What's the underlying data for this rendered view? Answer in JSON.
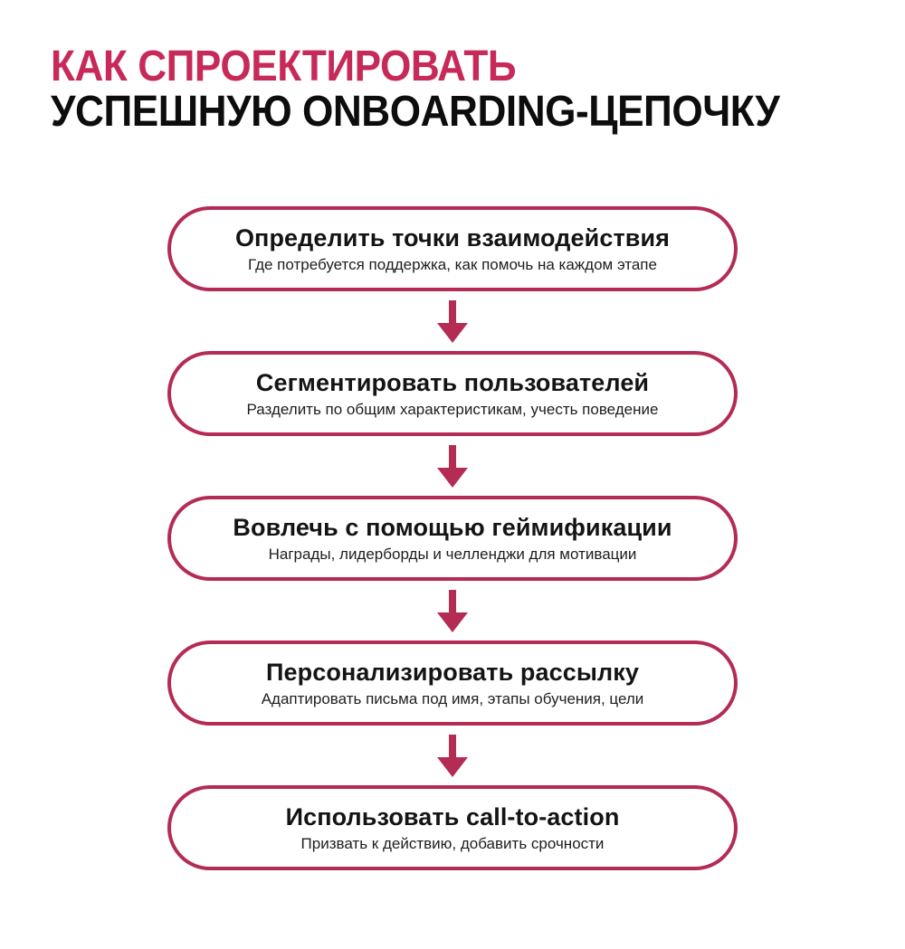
{
  "header": {
    "title_line1": "КАК СПРОЕКТИРОВАТЬ",
    "title_line2": "УСПЕШНУЮ ONBOARDING-ЦЕПОЧКУ"
  },
  "steps": [
    {
      "title": "Определить точки взаимодействия",
      "description": "Где потребуется поддержка, как помочь на каждом этапе"
    },
    {
      "title": "Сегментировать пользователей",
      "description": "Разделить по общим характеристикам, учесть поведение"
    },
    {
      "title": "Вовлечь с помощью геймификации",
      "description": "Награды, лидерборды и челленджи для мотивации"
    },
    {
      "title": "Персонализировать рассылку",
      "description": "Адаптировать письма под имя, этапы обучения, цели"
    },
    {
      "title": "Использовать call-to-action",
      "description": "Призвать к действию, добавить срочности"
    }
  ],
  "icons": {
    "flow_connector": "arrow-down-icon"
  },
  "colors": {
    "accent": "#C72A58",
    "stroke": "#B42B54",
    "text": "#0D0D0D"
  }
}
